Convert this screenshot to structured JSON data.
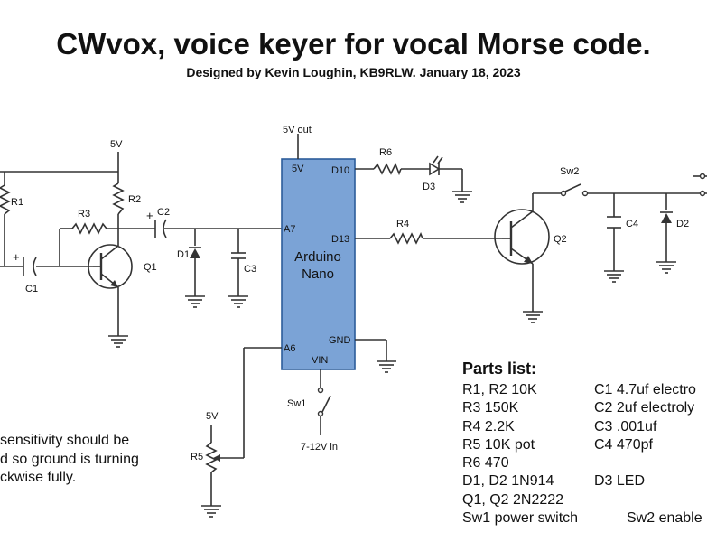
{
  "header": {
    "title": "CWvox, voice keyer for vocal Morse code.",
    "subtitle": "Designed by Kevin Loughin, KB9RLW. January 18, 2023"
  },
  "labels": {
    "v5_top": "5V",
    "v5_out": "5V out",
    "v5_r5": "5V",
    "r1": "R1",
    "r2": "R2",
    "r3": "R3",
    "r4": "R4",
    "r5": "R5",
    "r6": "R6",
    "c1": "C1",
    "c2": "C2",
    "c3": "C3",
    "c4": "C4",
    "d1": "D1",
    "d2": "D2",
    "d3": "D3",
    "q1": "Q1",
    "q2": "Q2",
    "sw1": "Sw1",
    "sw2": "Sw2",
    "v712": "7-12V in",
    "plus_c1": "+",
    "plus_c2": "+",
    "pin_5v": "5V",
    "pin_d10": "D10",
    "pin_a7": "A7",
    "pin_d13": "D13",
    "pin_gnd": "GND",
    "pin_a6": "A6",
    "pin_vin": "VIN",
    "arduino_line1": "Arduino",
    "arduino_line2": "Nano"
  },
  "parts_list": {
    "heading": "Parts list:",
    "rows": [
      {
        "left": "R1, R2  10K",
        "right": "C1  4.7uf electro"
      },
      {
        "left": "R3  150K",
        "right": "C2  2uf electroly"
      },
      {
        "left": "R4  2.2K",
        "right": "C3  .001uf"
      },
      {
        "left": "R5  10K pot",
        "right": "C4  470pf"
      },
      {
        "left": "R6  470",
        "right": ""
      },
      {
        "left": "D1, D2  1N914",
        "right": "D3 LED"
      },
      {
        "left": "Q1, Q2  2N2222",
        "right": ""
      },
      {
        "left": "Sw1 power switch",
        "right": "Sw2 enable"
      }
    ]
  },
  "note": {
    "lines": [
      "sensitivity should be",
      "d so ground is turning",
      "ckwise fully."
    ]
  },
  "colors": {
    "arduino_fill": "#7ba3d6",
    "arduino_border": "#2c5d9a",
    "wire": "#333333"
  }
}
